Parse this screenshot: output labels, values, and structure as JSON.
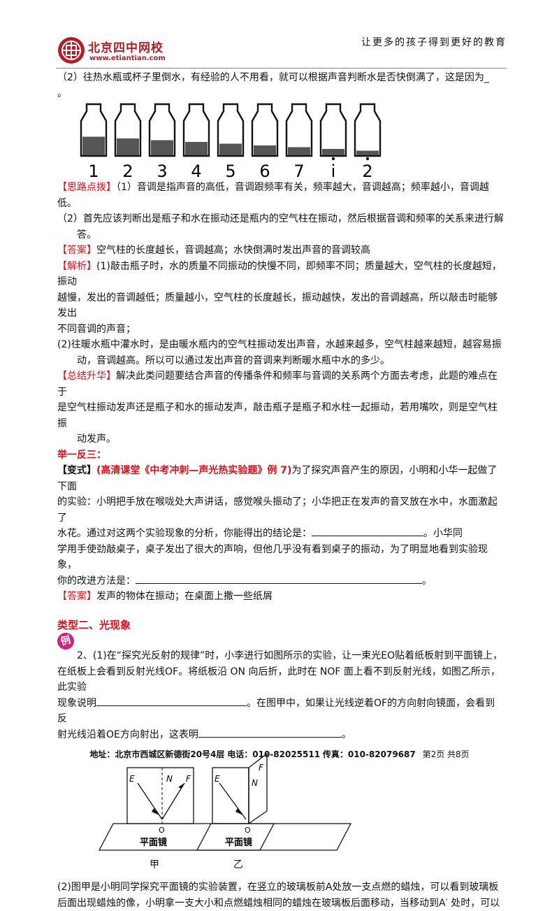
{
  "header": {
    "logo_text": "北京四中网校",
    "logo_url": "www.etiantian.com",
    "slogan": "让更多的孩子得到更好的教育"
  },
  "q2": {
    "text": "（2）往热水瓶或杯子里倒水，有经验的人不用看，就可以根据声音判断水是否快倒满了，这是因为_",
    "end": "。",
    "bottle_labels": [
      "1",
      "2",
      "3",
      "4",
      "5",
      "6",
      "7",
      "i",
      "2"
    ],
    "bottle_levels": [
      0.55,
      0.5,
      0.45,
      0.4,
      0.35,
      0.3,
      0.25,
      0.2,
      0.15
    ]
  },
  "hint": {
    "tag": "【思路点拨】",
    "line1": "（1）音调是指声音的高低，音调跟频率有关，频率越大，音调越高；频率越小，音调越低。",
    "line2": "（2）首先应该判断出是瓶子和水在振动还是瓶内的空气柱在振动，然后根据音调和频率的关系来进行解",
    "line3": "答。"
  },
  "answer1": {
    "tag": "【答案】",
    "text": "空气柱的长度越长，音调越高；水快倒满时发出声音的音调较高"
  },
  "analysis": {
    "tag": "【解析】",
    "line1": "(1)敲击瓶子时，水的质量不同振动的快慢不同，即频率不同；质量越大，空气柱的长度越短，振动",
    "line2": "越慢，发出的音调越低；质量越小，空气柱的长度越长，振动越快，发出的音调越高，所以敲击时能够发出",
    "line3": "不同音调的声音；",
    "line4": "(2)往暖水瓶中灌水时，是由暖水瓶内的空气柱振动发出声音，水越来越多，空气柱越来越短，越容易振",
    "line5": "动，音调越高。所以可以通过发出声音的音调来判断暖水瓶中水的多少。"
  },
  "summary": {
    "tag": "【总结升华】",
    "line1": "解决此类问题要结合声音的传播条件和频率与音调的关系两个方面去考虑，此题的难点在于",
    "line2": "是空气柱振动发声还是瓶子和水的振动发声，敲击瓶子是瓶子和水柱一起振动，若用嘴吹，则是空气柱振",
    "line3": "动发声。"
  },
  "jyfs": {
    "title": "举一反三："
  },
  "variant": {
    "tag_open": "【变式】",
    "source": "(高清课堂《中考冲刺—声光热实验题》例 7)",
    "line1": "为了探究声音产生的原因，小明和小华一起做了下面",
    "line2": "的实验：小明把手放在喉咙处大声讲话，感觉喉头振动了；小华把正在发声的音叉放在水中，水面激起了",
    "line3a": "水花。通过对这两个实验现象的分析，你能得出的结论是：",
    "line3b": "。小华同",
    "line4": "学用手使劲敲桌子，桌子发出了很大的声响，但他几乎没有看到桌子的振动，为了明显地看到实验现象，",
    "line5": "你的改进方法是：",
    "line5_end": "。"
  },
  "answer2": {
    "tag": "【答案】",
    "text": "发声的物体在振动；在桌面上撒一些纸屑"
  },
  "type2": {
    "title": "类型二、光现象",
    "badge": "例"
  },
  "q2_2": {
    "line1": "2、(1)在“探究光反射的规律”时，小李进行如图所示的实验，让一束光EO贴着纸板射到平面镜上，",
    "line2": "在纸板上会看到反射光线OF。将纸板沿 ON 向后折，此时在 NOF 面上看不到反射光线，如图乙所示，此实验",
    "line3a": "现象说明",
    "line3b": "。在图甲中，如果让光线逆着OF的方向射向镜面，会看到反",
    "line4a": "射光线沿着OE方向射出，这表明",
    "line4b": "。"
  },
  "figure": {
    "E": "E",
    "N": "N",
    "F": "F",
    "O": "O",
    "mirror": "平面镜",
    "caption_a": "甲",
    "caption_b": "乙"
  },
  "q2_3": {
    "line1": "(2)图甲是小明同学探究平面镜的实验装置，在竖立的玻璃板前A处放一支点燃的蜡烛，可以看到玻璃板",
    "line2": "后面出现蜡烛的像，小明拿一支大小和点燃蜡烛相同的蜡烛在玻璃板后面移动，当移动到A′ 处时，可以"
  },
  "footer": {
    "address_label": "地址：",
    "address": "北京市西城区新德街20号4层",
    "tel_label": "电话：",
    "tel": "010-82025511",
    "fax_label": "传真：",
    "fax": "010-82079687",
    "page": "第2页 共8页"
  }
}
